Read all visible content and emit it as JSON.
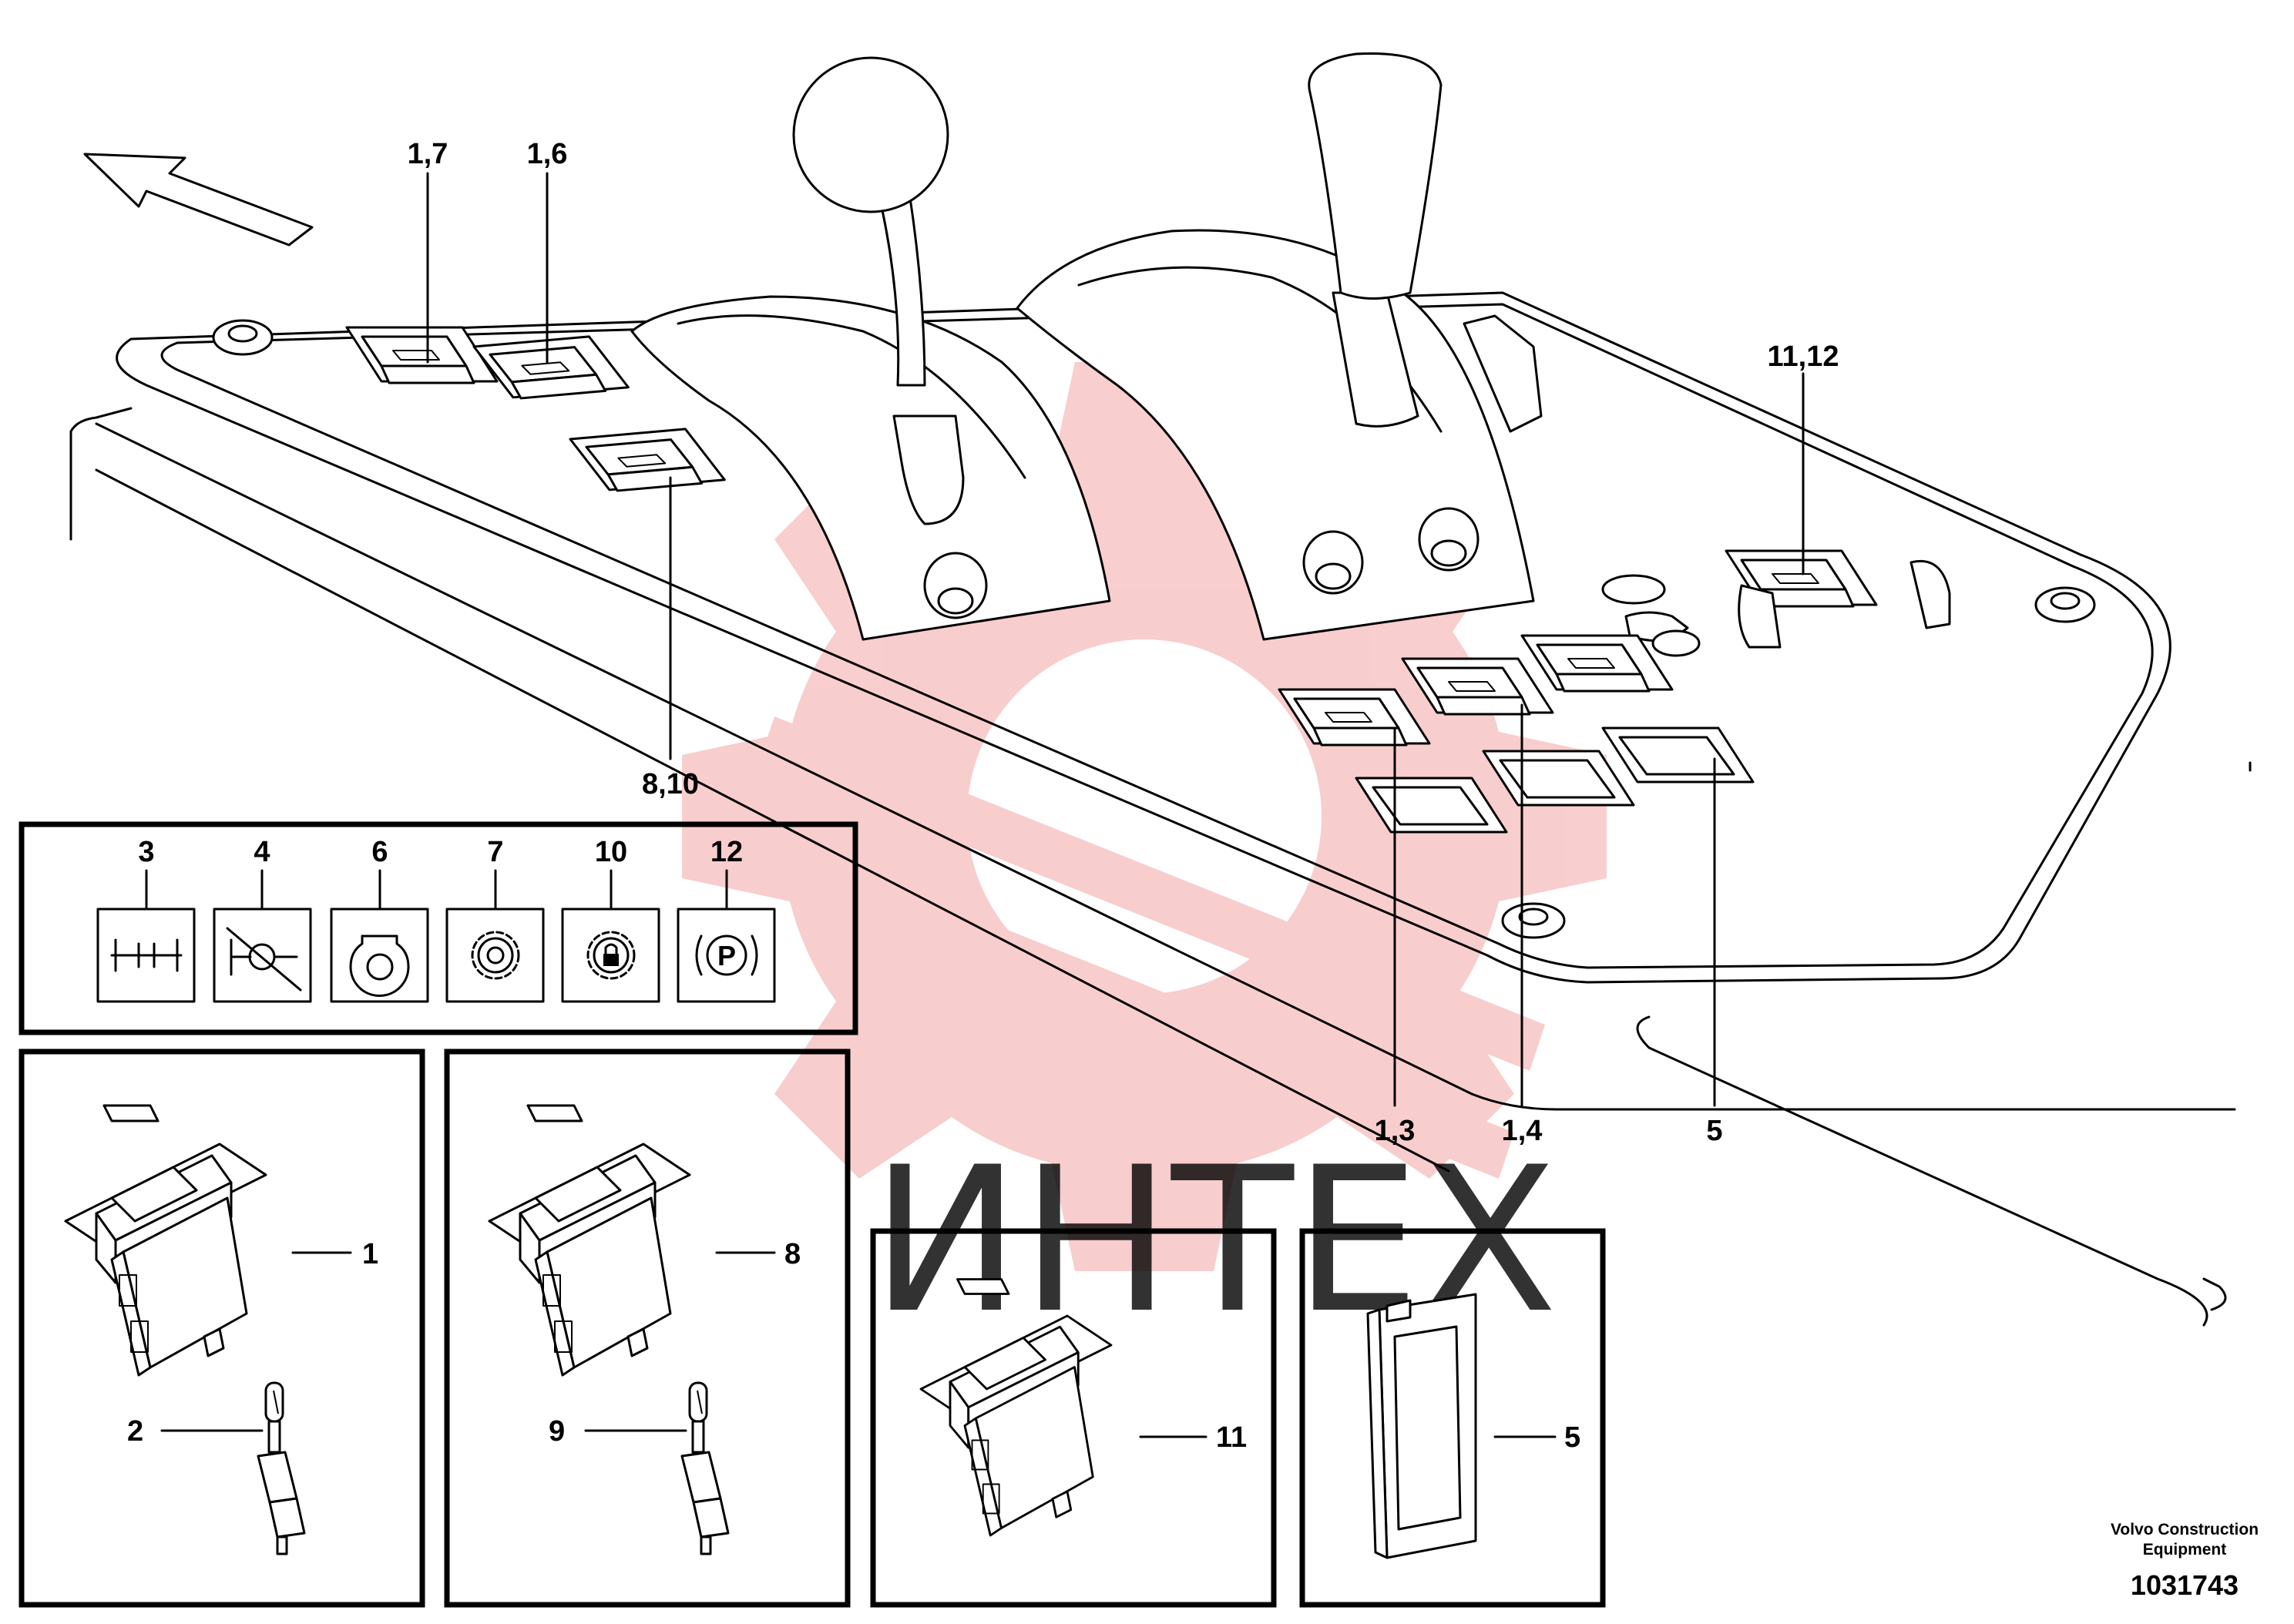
{
  "diagram": {
    "callouts_main": {
      "c17": "1,7",
      "c16": "1,6",
      "c810": "8,10",
      "c1112": "11,12",
      "c13": "1,3",
      "c14": "1,4",
      "c5": "5"
    },
    "symbols": [
      {
        "number": "3",
        "icon": "differential-lock-icon"
      },
      {
        "number": "4",
        "icon": "axle-release-crossed-icon"
      },
      {
        "number": "6",
        "icon": "hydraulic-pressure-icon"
      },
      {
        "number": "7",
        "icon": "gear-icon"
      },
      {
        "number": "10",
        "icon": "gear-lock-icon"
      },
      {
        "number": "12",
        "icon": "parking-brake-icon"
      }
    ],
    "parking_brake_letter": "P",
    "detail_callouts": {
      "d1": "1",
      "d2": "2",
      "d8": "8",
      "d9": "9",
      "d11": "11",
      "d5": "5"
    },
    "watermark_text": "ИНТЕХ",
    "publisher_line1": "Volvo Construction",
    "publisher_line2": "Equipment",
    "figure_number": "1031743"
  }
}
